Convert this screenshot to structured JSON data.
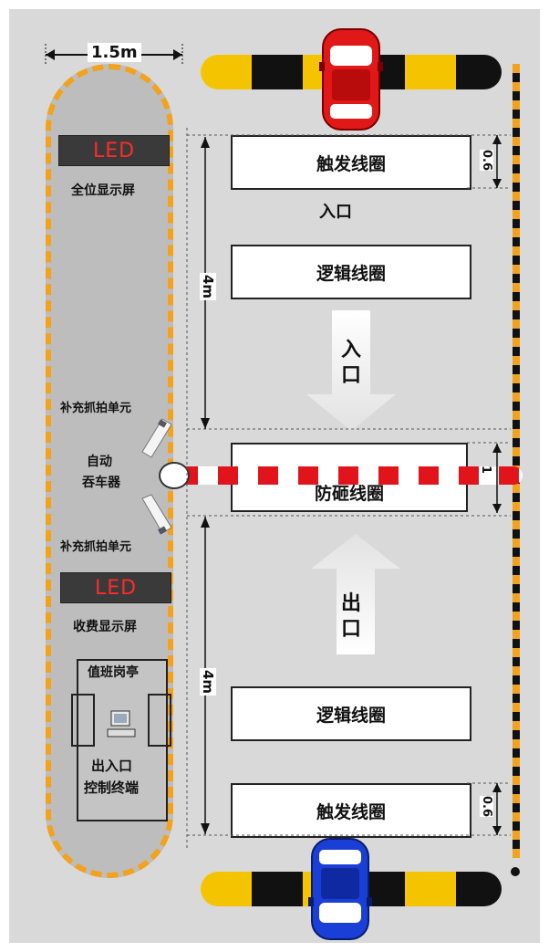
{
  "width_label": "1.5m",
  "booth": {
    "led_top": "LED",
    "led_top_caption": "全位显示屏",
    "camera_top_caption": "补充抓拍单元",
    "ticket_machine_caption_1": "自动",
    "ticket_machine_caption_2": "吞车器",
    "camera_bottom_caption": "补充抓拍单元",
    "led_bottom": "LED",
    "led_bottom_caption": "收费显示屏",
    "station_caption": "值班岗亭",
    "terminal_caption_1": "出入口",
    "terminal_caption_2": "控制终端"
  },
  "lanes": {
    "entry_trigger_loop": "触发线圈",
    "entry_label": "入口",
    "entry_logic_loop": "逻辑线圈",
    "entry_arrow_text_1": "入",
    "entry_arrow_text_2": "口",
    "anti_smash_loop": "防砸线圈",
    "exit_arrow_text_1": "出",
    "exit_arrow_text_2": "口",
    "exit_logic_loop": "逻辑线圈",
    "exit_trigger_loop": "触发线圈"
  },
  "dimensions": {
    "upper_span": "4m",
    "lower_span": "4m",
    "top_loop_gap": "0.6",
    "barrier_width": "1",
    "bottom_loop_gap": "0.6"
  },
  "colors": {
    "ground": "#d6d6d6",
    "booth": "#bdbdbd",
    "curb_orange": "#f3a21d",
    "barrier_red": "#e0141a",
    "entry_car": "#e01818",
    "exit_car": "#1a3fd6",
    "yellow_black_yellow": "#f5c400"
  }
}
